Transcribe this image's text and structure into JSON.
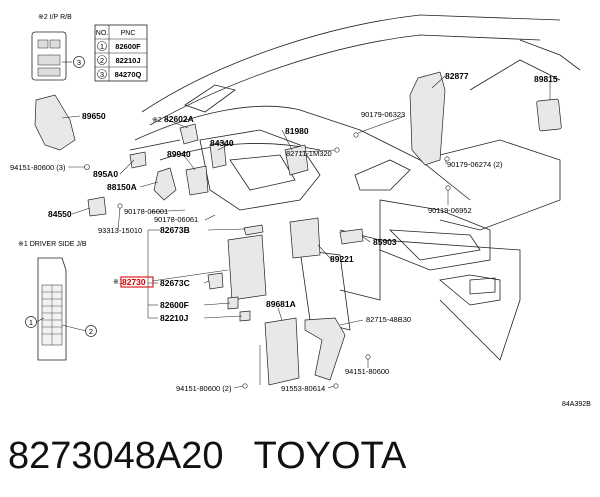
{
  "notes": {
    "ip_rb": "※2 I/P R/B",
    "driver_side_jb": "※1 DRIVER SIDE J/B",
    "note2_82602a": "※2",
    "note1_82730": "※1"
  },
  "table": {
    "headers": [
      "NO.",
      "PNC"
    ],
    "rows": [
      {
        "no": "1",
        "pnc": "82600F"
      },
      {
        "no": "2",
        "pnc": "82210J"
      },
      {
        "no": "3",
        "pnc": "84270Q"
      }
    ]
  },
  "callouts": {
    "c1": "1",
    "c2": "2",
    "c3": "3"
  },
  "parts": {
    "p82877": "82877",
    "p89815": "89815",
    "p90179_06323": "90179-06323",
    "p90179_06274": "90179-06274 (2)",
    "p90119_06952": "90119-06952",
    "p89650": "89650",
    "p82602a": "82602A",
    "p84340": "84340",
    "p81980": "81980",
    "p82711_1m320": "82711-1M320",
    "p94151_80600_3": "94151-80600 (3)",
    "p895a0": "895A0",
    "p89940": "89940",
    "p88150a": "88150A",
    "p84550": "84550",
    "p90178_06001": "90178-06001",
    "p90178_06061": "90178-06061",
    "p93313_15010": "93313-15010",
    "p82673b": "82673B",
    "p85903": "85903",
    "p89221": "89221",
    "p82730": "82730",
    "p82673c": "82673C",
    "p82600f": "82600F",
    "p82210j": "82210J",
    "p89681a": "89681A",
    "p82715_48b30": "82715-48B30",
    "p94151_80600_a": "94151-80600",
    "p94151_80600_2": "94151-80600 (2)",
    "p91553_80614": "91553-80614"
  },
  "figure_id": "84A392B",
  "caption": {
    "part_number": "8273048A20",
    "brand": "TOYOTA"
  }
}
